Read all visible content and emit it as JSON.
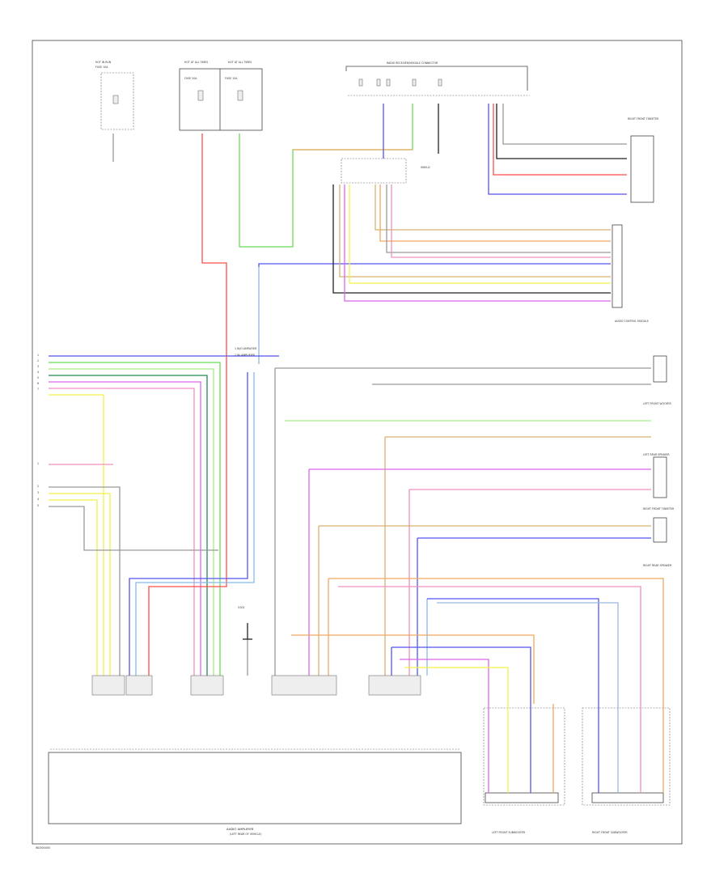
{
  "labels": {
    "main_module": "AUDIO AMPLIFIER",
    "main_module_sub": "(LEFT REAR OF VEHICLE)",
    "left_subwoofer": "LEFT FRONT SUBWOOFER",
    "right_subwoofer": "RIGHT FRONT SUBWOOFER",
    "footer_code": "WD000000",
    "top_bus": "RADIO RECEIVER/MODULE CONNECTOR",
    "right_front_woofer": "RIGHT FRONT TWEETER",
    "left_front_woofer": "LEFT FRONT WOOFER",
    "right_rear": "RIGHT REAR SPEAKER",
    "left_rear": "LEFT REAR SPEAKER",
    "ground_note": "G301",
    "audio_control": "AUDIO CONTROL MODULE",
    "wo_amp": "1 W/O AMPLIFIER",
    "w_amp": "2 W/ AMPLIFIER",
    "hot_run": "HOT IN RUN",
    "hot_at_all": "HOT AT ALL TIMES",
    "fuse_a": "FUSE 10A",
    "fuse_b": "FUSE 20A",
    "fuse_c": "FUSE 15A"
  },
  "colors": {
    "red": "#ff4d4d",
    "green": "#66dd55",
    "blue": "#5555ee",
    "orange": "#f0a860",
    "tan": "#d8b070",
    "yellow": "#f2f24a",
    "violet": "#dd66ee",
    "pink": "#f090c0",
    "gray": "#999999",
    "light_blue": "#88bbee",
    "black": "#222222",
    "dk_green": "#228855",
    "lt_green": "#aaee88"
  }
}
